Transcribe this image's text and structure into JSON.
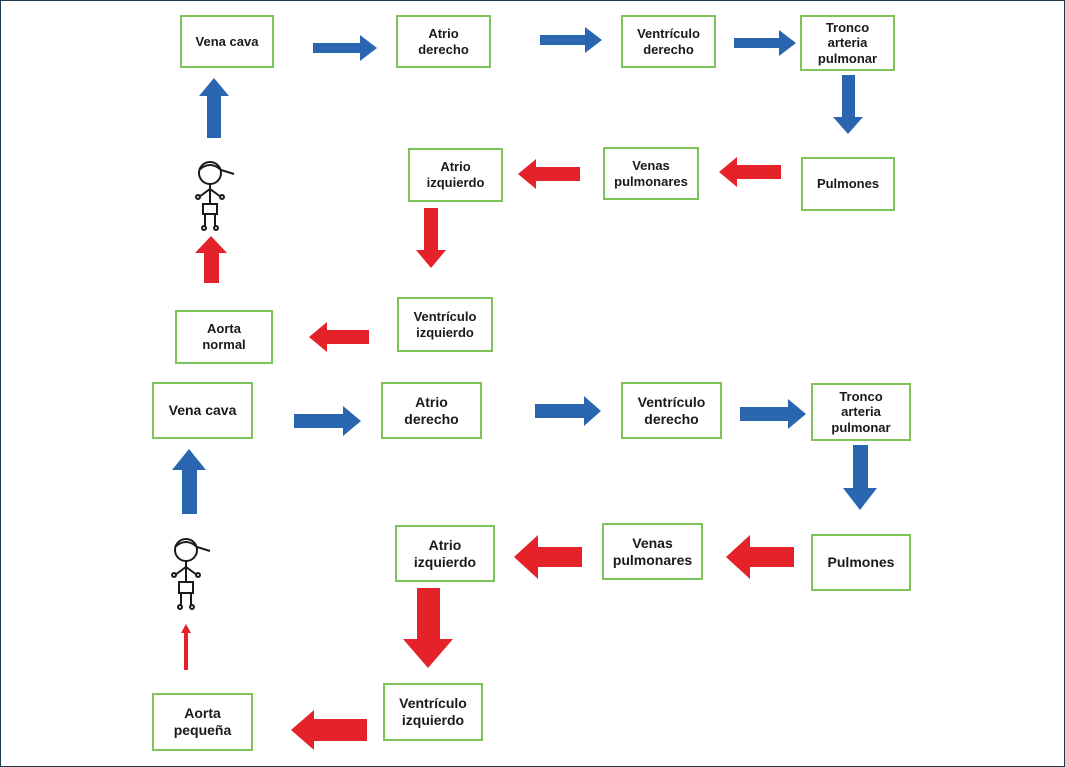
{
  "colors": {
    "blue_arrow": "#2a66b0",
    "red_arrow": "#e5222a",
    "node_border": "#7cc35a"
  },
  "top_diagram": {
    "vena_cava": [
      "Vena cava"
    ],
    "atrio_derecho": [
      "Atrio",
      "derecho"
    ],
    "ventriculo_derecho": [
      "Ventrículo",
      "derecho"
    ],
    "tronco": [
      "Tronco",
      "arteria",
      "pulmonar"
    ],
    "pulmones": [
      "Pulmones"
    ],
    "venas_pulmonares": [
      "Venas",
      "pulmonares"
    ],
    "atrio_izquierdo": [
      "Atrio",
      "izquierdo"
    ],
    "ventriculo_izquierdo": [
      "Ventrículo",
      "izquierdo"
    ],
    "aorta": [
      "Aorta",
      "normal"
    ]
  },
  "bottom_diagram": {
    "vena_cava": [
      "Vena cava"
    ],
    "atrio_derecho": [
      "Atrio",
      "derecho"
    ],
    "ventriculo_derecho": [
      "Ventrículo",
      "derecho"
    ],
    "tronco": [
      "Tronco",
      "arteria",
      "pulmonar"
    ],
    "pulmones": [
      "Pulmones"
    ],
    "venas_pulmonares": [
      "Venas",
      "pulmonares"
    ],
    "atrio_izquierdo": [
      "Atrio",
      "izquierdo"
    ],
    "ventriculo_izquierdo": [
      "Ventrículo",
      "izquierdo"
    ],
    "aorta": [
      "Aorta",
      "pequeña"
    ]
  }
}
